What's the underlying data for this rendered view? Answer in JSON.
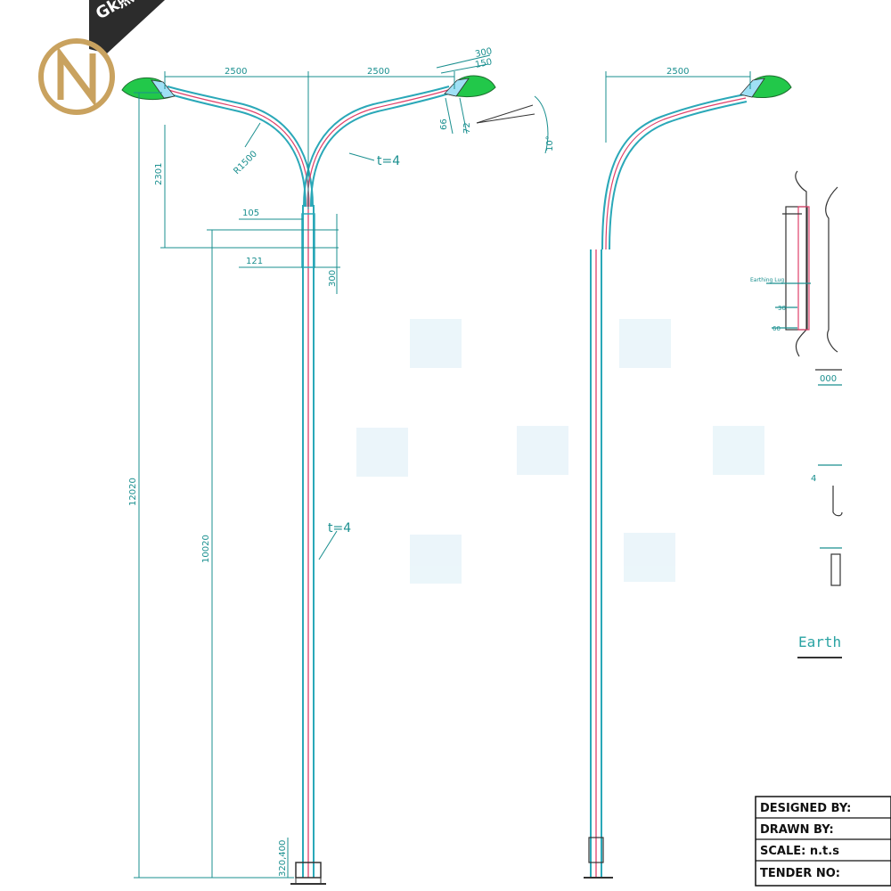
{
  "watermark": "Gk照明",
  "dimensions": {
    "left_arm_span": "2500",
    "right_arm_span": "2500",
    "single_arm_span": "2500",
    "lamp_offset_a": "300",
    "lamp_offset_b": "150",
    "lamp_height": "66",
    "lamp_drop": "72",
    "tilt_angle": "10°",
    "arm_radius": "R1500",
    "arm_wall": "t=4",
    "arm_rise": "2301",
    "top_diameter": "105",
    "joint_diameter": "121",
    "joint_length": "300",
    "total_height": "12020",
    "pole_height": "10020",
    "pole_wall": "t=4",
    "base_dims": "320,400"
  },
  "detail": {
    "earthing_label": "Earthing Lug",
    "small_a": "30",
    "small_b": "60",
    "small_c": "000",
    "small_d": "4",
    "section_title": "Earth"
  },
  "title_block": {
    "designed_by": "DESIGNED BY:",
    "drawn_by": "DRAWN BY:",
    "scale": "SCALE:  n.t.s",
    "tender_no": "TENDER NO:"
  },
  "colors": {
    "outline": "#2aa8b8",
    "centerline": "#e0406a",
    "dimension": "#1a8f8f",
    "lamp_green": "#22c84a",
    "lamp_blue": "#9fe0f5",
    "logo_gold": "#c9a25f"
  }
}
